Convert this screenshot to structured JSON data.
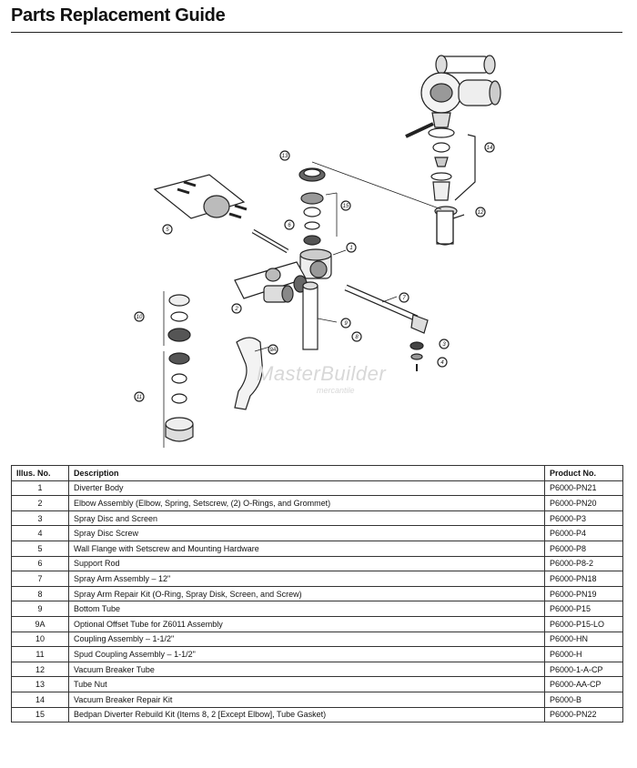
{
  "page": {
    "title": "Parts Replacement Guide"
  },
  "watermark": {
    "main": "MasterBuilder",
    "sub": "mercantile"
  },
  "callouts": [
    "1",
    "2",
    "3",
    "4",
    "5",
    "6",
    "7",
    "8",
    "9",
    "9A",
    "10",
    "11",
    "12",
    "13",
    "14",
    "15"
  ],
  "table": {
    "headers": {
      "illus": "Illus. No.",
      "description": "Description",
      "product": "Product No."
    },
    "rows": [
      {
        "illus": "1",
        "description": "Diverter Body",
        "product": "P6000-PN21"
      },
      {
        "illus": "2",
        "description": "Elbow Assembly (Elbow, Spring, Setscrew, (2) O-Rings, and Grommet)",
        "product": "P6000-PN20"
      },
      {
        "illus": "3",
        "description": "Spray Disc and Screen",
        "product": "P6000-P3"
      },
      {
        "illus": "4",
        "description": "Spray Disc Screw",
        "product": "P6000-P4"
      },
      {
        "illus": "5",
        "description": "Wall Flange with Setscrew and Mounting Hardware",
        "product": "P6000-P8"
      },
      {
        "illus": "6",
        "description": "Support Rod",
        "product": "P6000-P8-2"
      },
      {
        "illus": "7",
        "description": "Spray Arm Assembly – 12\"",
        "product": "P6000-PN18"
      },
      {
        "illus": "8",
        "description": "Spray Arm Repair Kit (O-Ring, Spray Disk, Screen, and Screw)",
        "product": "P6000-PN19"
      },
      {
        "illus": "9",
        "description": "Bottom Tube",
        "product": "P6000-P15"
      },
      {
        "illus": "9A",
        "description": "Optional Offset Tube for Z6011 Assembly",
        "product": "P6000-P15-LO"
      },
      {
        "illus": "10",
        "description": "Coupling Assembly – 1-1/2\"",
        "product": "P6000-HN"
      },
      {
        "illus": "11",
        "description": "Spud Coupling Assembly – 1-1/2\"",
        "product": "P6000-H"
      },
      {
        "illus": "12",
        "description": "Vacuum Breaker Tube",
        "product": "P6000-1-A-CP"
      },
      {
        "illus": "13",
        "description": "Tube Nut",
        "product": "P6000-AA-CP"
      },
      {
        "illus": "14",
        "description": "Vacuum Breaker Repair Kit",
        "product": "P6000-B"
      },
      {
        "illus": "15",
        "description": "Bedpan Diverter Rebuild Kit (Items 8, 2 [Except Elbow], Tube Gasket)",
        "product": "P6000-PN22"
      }
    ]
  }
}
